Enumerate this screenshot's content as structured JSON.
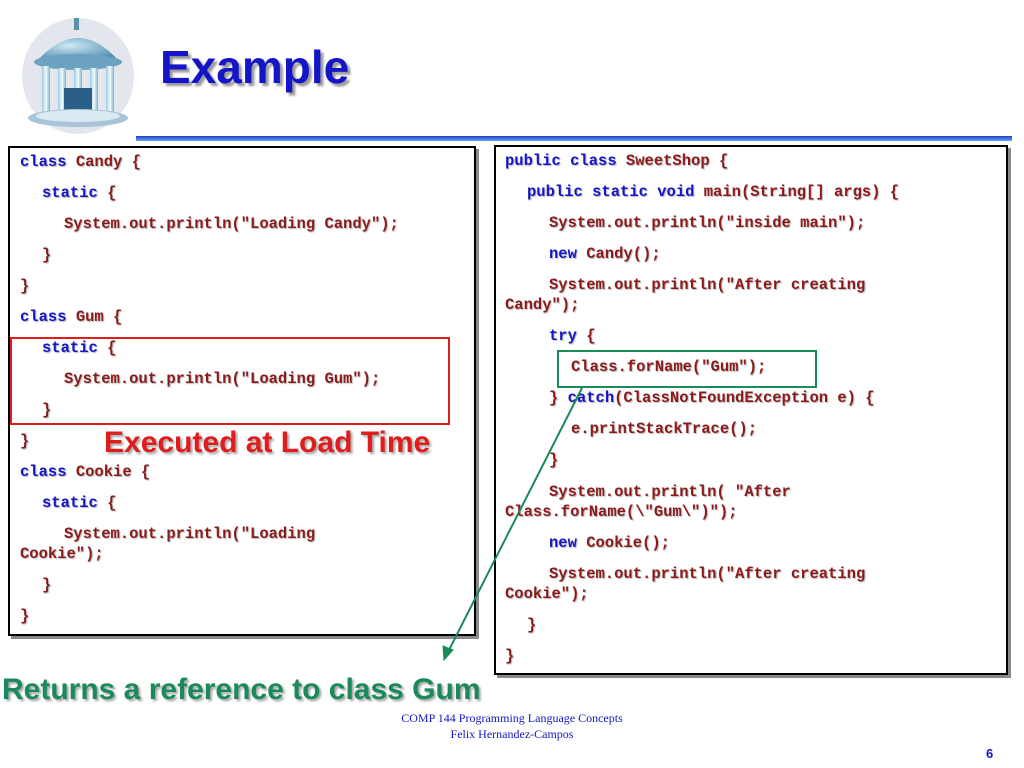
{
  "slide": {
    "title": "Example",
    "logo_icon": "old-well-logo-icon",
    "accent_color": "#1515c8",
    "keyword_color": "#1515c8",
    "code_color": "#8b1a1a"
  },
  "left_code": [
    {
      "kw": "class",
      "rest": " Candy {"
    },
    {
      "kw": "static",
      "rest": " {"
    },
    {
      "kw": "",
      "rest": "System.out.println(\"Loading Candy\");"
    },
    {
      "kw": "",
      "rest": "}"
    },
    {
      "kw": "",
      "rest": "}"
    },
    {
      "kw": "class",
      "rest": " Gum {"
    },
    {
      "kw": "static",
      "rest": " {"
    },
    {
      "kw": "",
      "rest": "System.out.println(\"Loading Gum\");"
    },
    {
      "kw": "",
      "rest": "}"
    },
    {
      "kw": "",
      "rest": "}"
    },
    {
      "kw": "class",
      "rest": " Cookie {"
    },
    {
      "kw": "static",
      "rest": " {"
    },
    {
      "kw": "",
      "rest": "System.out.println(\"Loading"
    },
    {
      "kw": "",
      "rest": "Cookie\");"
    },
    {
      "kw": "",
      "rest": "}"
    },
    {
      "kw": "",
      "rest": "}"
    }
  ],
  "right_code": [
    {
      "kw": "public class",
      "rest": " SweetShop {"
    },
    {
      "kw": "public static void",
      "rest": " main(String[] args) {"
    },
    {
      "kw": "",
      "rest": "System.out.println(\"inside main\");"
    },
    {
      "kw": "new",
      "rest": " Candy();"
    },
    {
      "kw": "",
      "rest": "System.out.println(\"After creating"
    },
    {
      "kw": "",
      "rest": "Candy\");"
    },
    {
      "kw": "try",
      "rest": " {"
    },
    {
      "kw": "",
      "rest": "Class.forName(\"Gum\");"
    },
    {
      "kw": "",
      "rest": "} catch(ClassNotFoundException e) {"
    },
    {
      "kw": "",
      "rest": "e.printStackTrace();"
    },
    {
      "kw": "",
      "rest": "}"
    },
    {
      "kw": "",
      "rest": "System.out.println( \"After"
    },
    {
      "kw": "",
      "rest": "Class.forName(\\\"Gum\\\")\");"
    },
    {
      "kw": "new",
      "rest": " Cookie();"
    },
    {
      "kw": "",
      "rest": "System.out.println(\"After creating"
    },
    {
      "kw": "",
      "rest": "Cookie\");"
    },
    {
      "kw": "",
      "rest": "}"
    },
    {
      "kw": "",
      "rest": "}"
    }
  ],
  "callouts": {
    "load_time": "Executed at Load Time",
    "load_time_color": "#e01c1c",
    "reference": "Returns a reference to class Gum",
    "reference_color": "#1a8a5a"
  },
  "footer": {
    "course": "COMP 144 Programming Language Concepts",
    "author": "Felix  Hernandez-Campos",
    "page_number": "6"
  }
}
